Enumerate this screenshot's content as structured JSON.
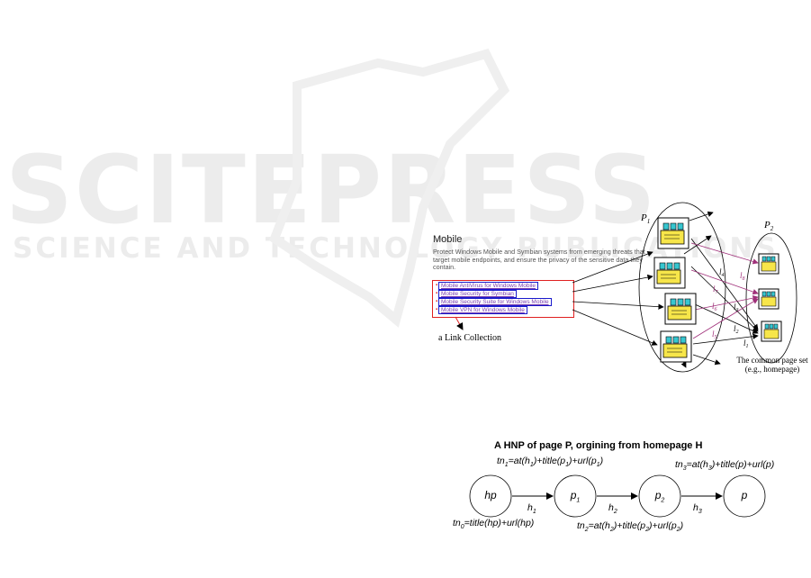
{
  "watermark": {
    "main": "SCITEPRESS",
    "sub": "SCIENCE AND TECHNOLOGY PUBLICATIONS"
  },
  "page_snippet": {
    "title": "Mobile",
    "description": "Protect Windows Mobile and Symbian systems from emerging threats that target mobile endpoints, and ensure the privacy of the sensitive data they contain.",
    "links": [
      "Mobile AntiVirus for Windows Mobile",
      "Mobile Security for Symbian",
      "Mobile Security Suite for Windows Mobile",
      "Mobile VPN for Windows Mobile"
    ],
    "link_collection_label": "a Link Collection"
  },
  "page_sets": {
    "p1_label": "P",
    "p1_sub": "1",
    "p2_label": "P",
    "p2_sub": "2",
    "common_label_line1": "The common page set",
    "common_label_line2": "(e.g., homepage)",
    "link_labels": [
      "l8",
      "l4",
      "l7",
      "l3",
      "l6",
      "l2",
      "l5",
      "l1"
    ]
  },
  "hnp": {
    "title": "A HNP of page P, orgining from homepage H",
    "nodes": [
      "hp",
      "p1",
      "p2",
      "p"
    ],
    "edges": [
      "h1",
      "h2",
      "h3"
    ],
    "equations": {
      "tn0": "tn0=title(hp)+url(hp)",
      "tn1": "tn1=at(h1)+title(p1)+url(p1)",
      "tn2": "tn2=at(h2)+title(p2)+url(p2)",
      "tn3": "tn3=at(h3)+title(p)+url(p)"
    }
  },
  "colors": {
    "watermark": "#ececec",
    "link_box_border": "#e02020",
    "link_text": "#7a3fb0",
    "link_border": "#1a1acc",
    "icon_fill": "#f7e64a",
    "icon_accent": "#37c6d0",
    "common_arrow": "#a0307a"
  }
}
